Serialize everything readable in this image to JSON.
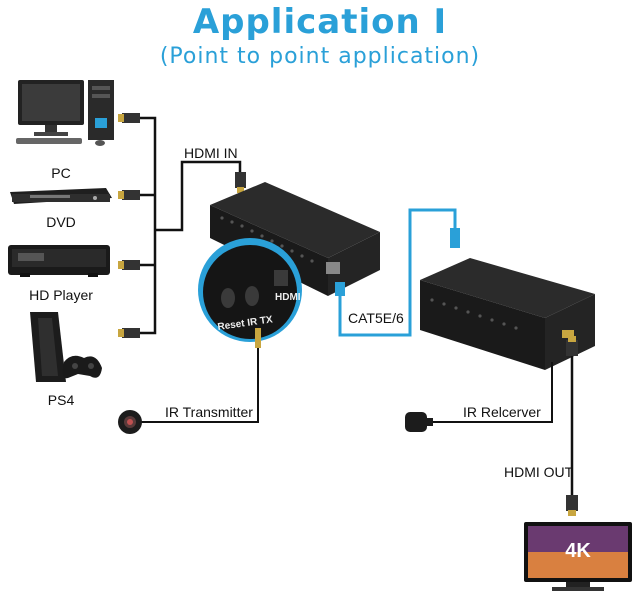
{
  "title": "Application I",
  "subtitle": "(Point to point application)",
  "sources": [
    {
      "label": "PC",
      "icon": "pc-icon"
    },
    {
      "label": "DVD",
      "icon": "dvd-player-icon"
    },
    {
      "label": "HD Player",
      "icon": "hd-player-icon"
    },
    {
      "label": "PS4",
      "icon": "ps4-console-icon"
    }
  ],
  "labels": {
    "hdmi_in": "HDMI IN",
    "cat": "CAT5E/6",
    "ir_transmitter": "IR Transmitter",
    "ir_receiver": "IR Relcerver",
    "hdmi_out": "HDMI OUT",
    "tv_badge": "4K",
    "zoom_text_1": "Reset IR TX",
    "zoom_text_2": "HDMI"
  },
  "colors": {
    "title": "#2aa0d8",
    "network_cable": "#2aa0d8",
    "cable": "#111111",
    "device_body": "#1c1c1c"
  }
}
